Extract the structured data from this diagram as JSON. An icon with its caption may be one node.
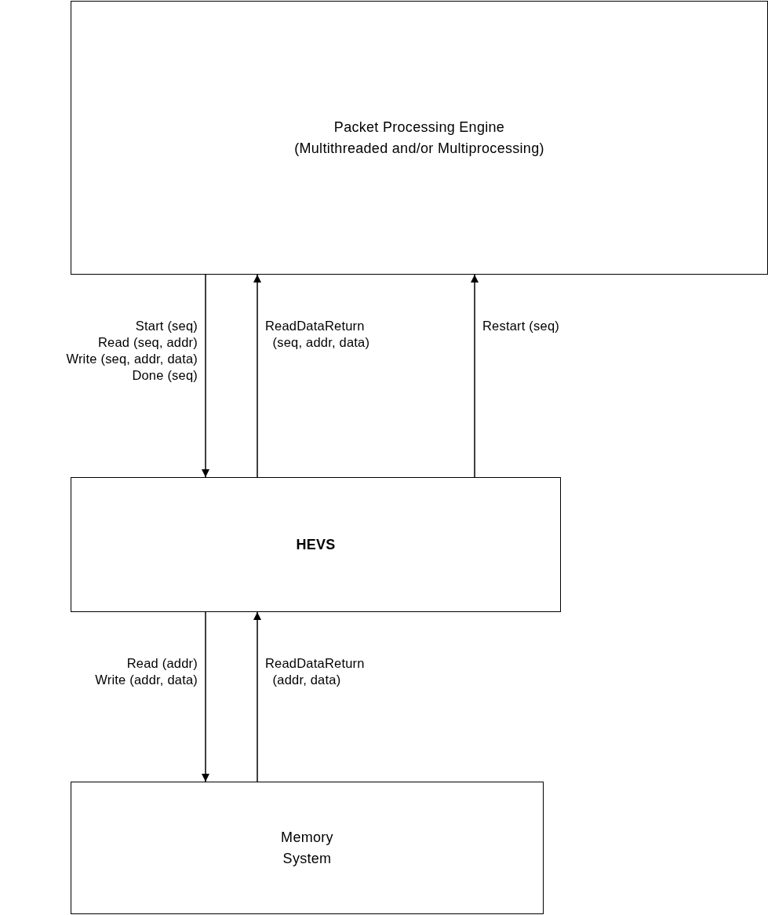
{
  "diagram": {
    "nodes": [
      {
        "text": [
          "Packet Processing Engine",
          "(Multithreaded and/or Multiprocessing)"
        ]
      },
      {
        "text": [
          "HEVS"
        ]
      },
      {
        "text": [
          "Memory System"
        ]
      }
    ],
    "edges": [
      {
        "from": 0,
        "to": 1,
        "arrow": "to",
        "label": "Start (seq)\nRead (seq, addr)\nWrite (seq, addr, data)\nDone (seq)"
      },
      {
        "from": 1,
        "to": 0,
        "arrow": "to",
        "label": "ReadDataReturn\n  (seq, addr, data)"
      },
      {
        "from": 1,
        "to": 0,
        "arrow": "to",
        "label": "Restart (seq)"
      },
      {
        "from": 1,
        "to": 2,
        "arrow": "to",
        "label": "Read (addr)\nWrite (addr, data)"
      },
      {
        "from": 2,
        "to": 1,
        "arrow": "to",
        "label": "ReadDataReturn\n  (addr, data)"
      }
    ]
  }
}
